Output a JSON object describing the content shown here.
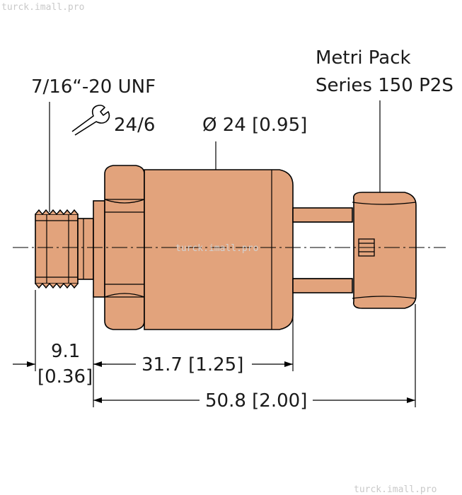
{
  "watermark": {
    "top_left": "turck.imall.pro",
    "center": "turck.imall.pro",
    "bottom_right": "turck.imall.pro"
  },
  "labels": {
    "connector_line1": "Metri Pack",
    "connector_line2": "Series 150 P2S",
    "thread": "7/16“-20 UNF",
    "wrench_size": "24/6",
    "diameter": "Ø 24 [0.95]",
    "thread_length_mm": "9.1",
    "thread_length_in": "[0.36]",
    "body_length": "31.7 [1.25]",
    "total_length": "50.8 [2.00]"
  },
  "colors": {
    "body": "#e2a37c",
    "outline": "#000000",
    "text": "#1a1a1a",
    "watermark": "#c9c9c9"
  },
  "icons": {
    "wrench": "wrench-icon"
  }
}
